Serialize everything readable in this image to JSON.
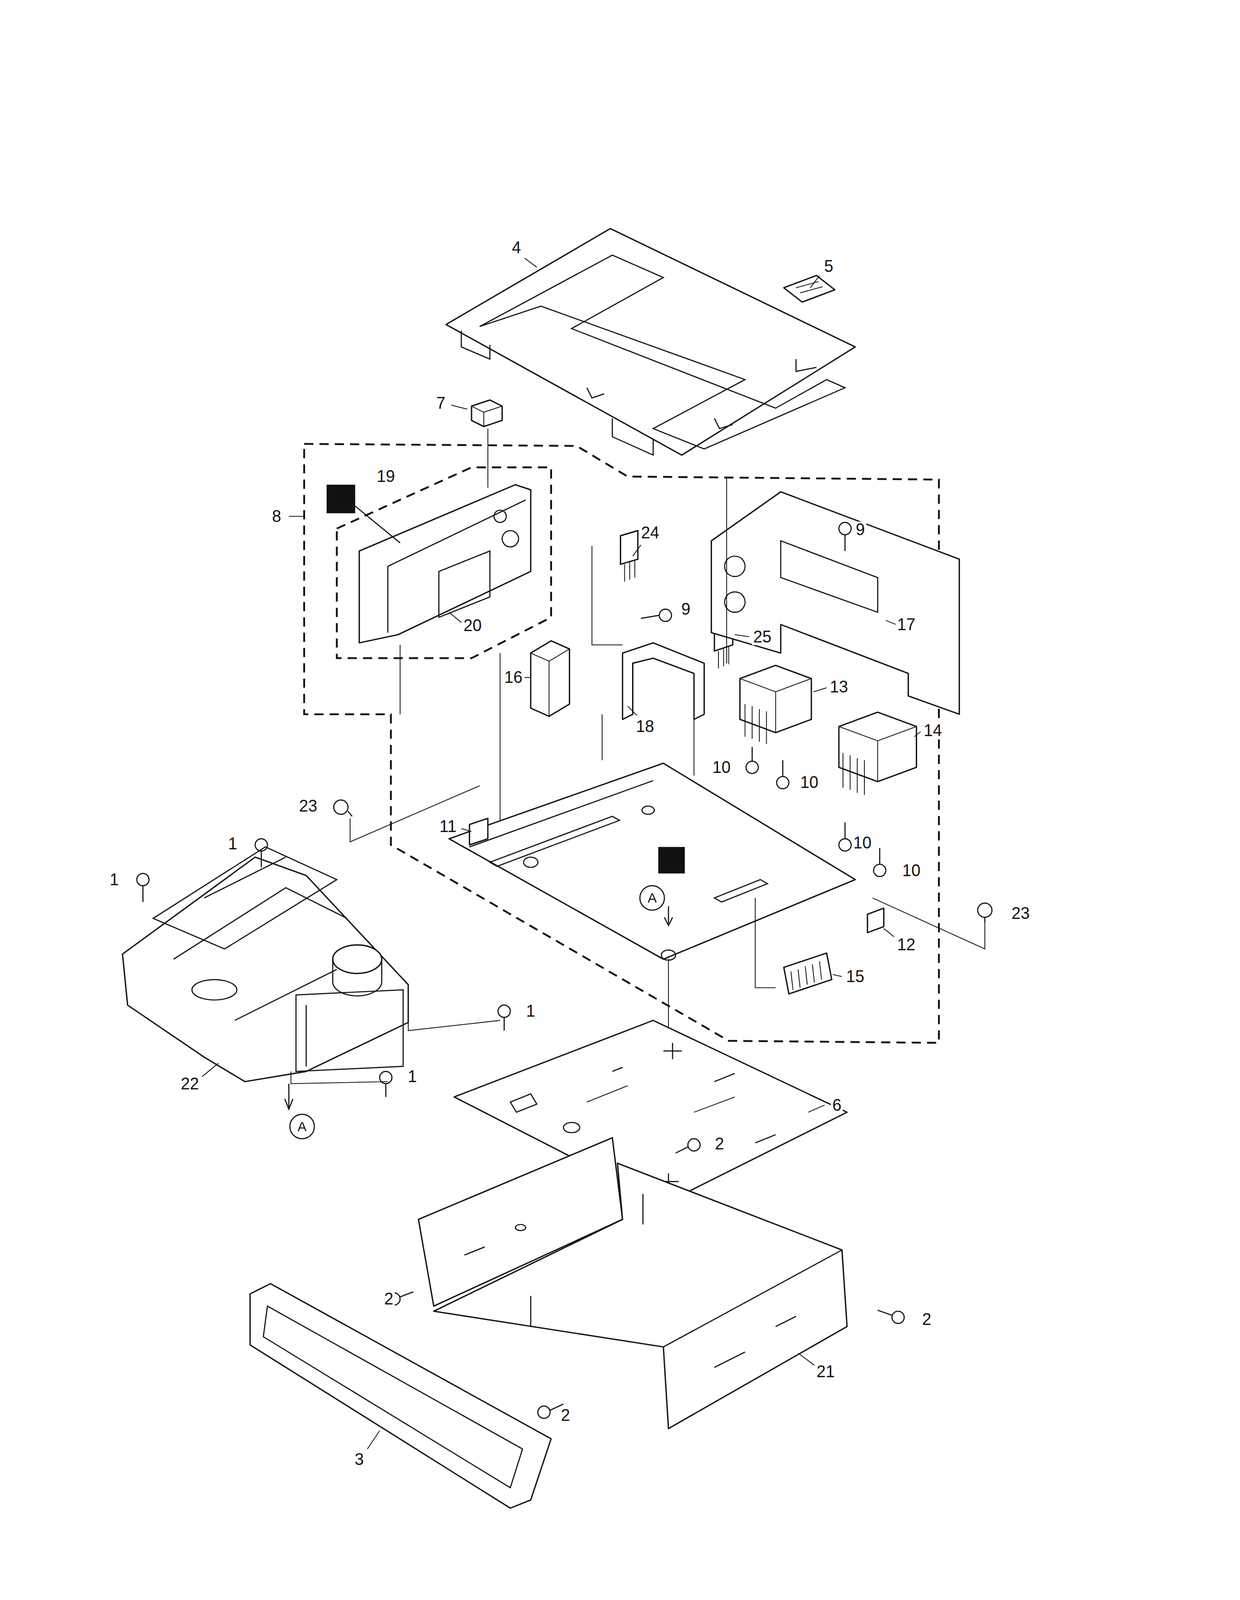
{
  "diagram": {
    "labels": [
      "4",
      "5",
      "7",
      "19",
      "8",
      "9",
      "24",
      "9",
      "25",
      "17",
      "16",
      "13",
      "18",
      "20",
      "14",
      "10",
      "10",
      "23",
      "11",
      "1",
      "10",
      "10",
      "A",
      "23",
      "12",
      "15",
      "1",
      "1",
      "1",
      "22",
      "6",
      "A",
      "2",
      "2",
      "2",
      "2",
      "21",
      "3"
    ]
  }
}
